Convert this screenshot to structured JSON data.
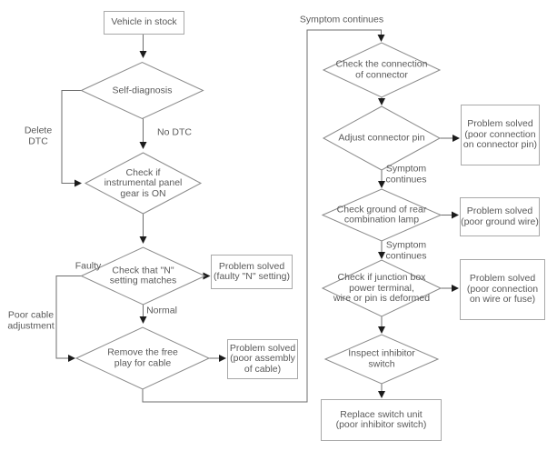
{
  "flowchart": {
    "nodes": {
      "start": "Vehicle in stock",
      "self_diagnosis": "Self-diagnosis",
      "panel_gear": "Check if\ninstrumental panel\ngear is ON",
      "n_setting": "Check that \"N\"\nsetting matches",
      "free_play": "Remove the free\nplay for cable",
      "check_connection": "Check the connection\nof connector",
      "adjust_pin": "Adjust connector pin",
      "check_ground": "Check ground of rear\ncombination lamp",
      "junction_box": "Check if junction box\npower terminal,\nwire or pin is deformed",
      "inspect_inhibitor": "Inspect inhibitor\nswitch",
      "solved_n_setting": "Problem solved\n(faulty \"N\" setting)",
      "solved_assembly": "Problem solved\n(poor assembly\nof cable)",
      "solved_connector_pin": "Problem solved\n(poor connection\non connector pin)",
      "solved_ground_wire": "Problem solved\n(poor ground wire)",
      "solved_wire_fuse": "Problem solved\n(poor connection\non wire or fuse)",
      "replace_switch": "Replace switch unit\n(poor inhibitor switch)"
    },
    "edge_labels": {
      "delete_dtc": "Delete\nDTC",
      "no_dtc": "No DTC",
      "faulty": "Faulty",
      "normal": "Normal",
      "poor_cable": "Poor cable\nadjustment",
      "symptom_continues_top": "Symptom continues",
      "symptom_continues_1": "Symptom\ncontinues",
      "symptom_continues_2": "Symptom\ncontinues"
    },
    "colors": {
      "background": "#ffffff",
      "line": "#6e6e6e",
      "diamond_border": "#8a8a8a",
      "box_border": "#a8a8a8",
      "text": "#595959",
      "arrowhead": "#1c1c1c"
    }
  }
}
